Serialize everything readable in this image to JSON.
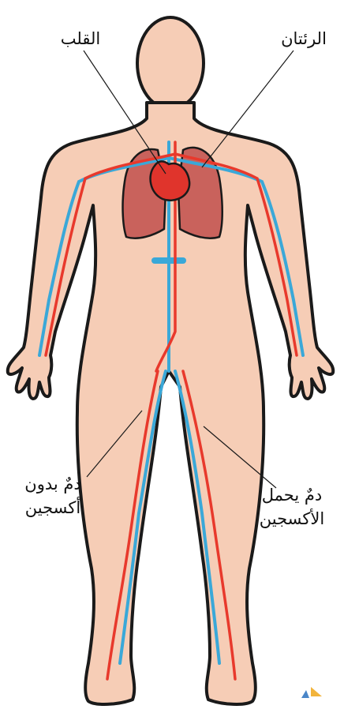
{
  "labels": {
    "heart": "القلب",
    "lungs": "الرئتان",
    "deoxygenated_line1": "دمٌ بدون",
    "deoxygenated_line2": "أكسجين",
    "oxygenated_line1": "دمٌ يحمل",
    "oxygenated_line2": "الأكسجين"
  },
  "colors": {
    "skin": "#f6cdb6",
    "outline": "#1a1a1a",
    "artery": "#e8392c",
    "vein": "#3aa8d8",
    "lung": "#c9625c",
    "heart": "#e0342c"
  },
  "icons": {
    "corner_logo": "publisher-logo-icon"
  }
}
